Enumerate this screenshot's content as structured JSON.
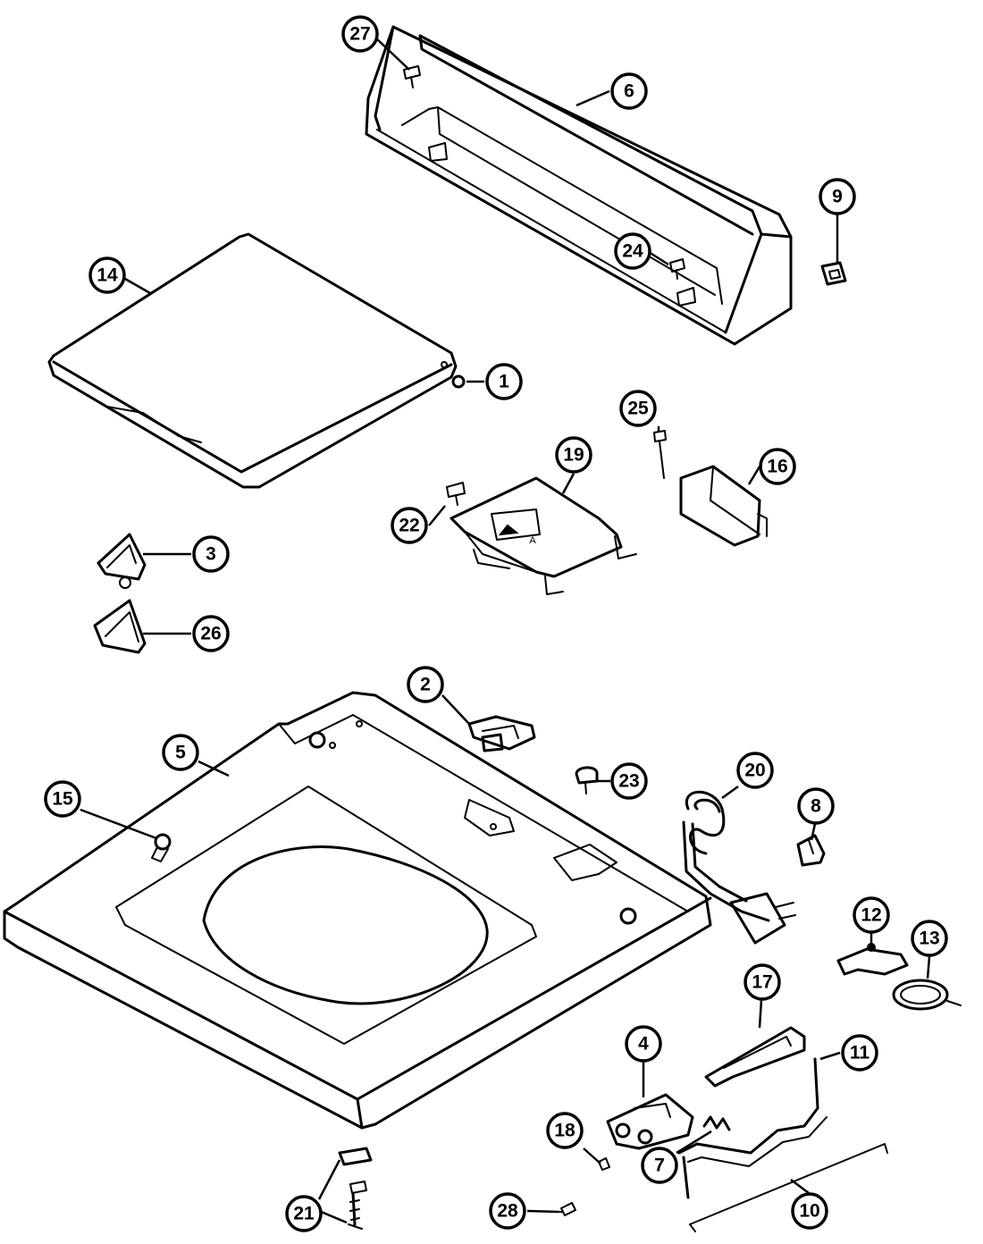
{
  "callouts": [
    {
      "part": "1",
      "label": "1"
    },
    {
      "part": "2",
      "label": "2"
    },
    {
      "part": "3",
      "label": "3"
    },
    {
      "part": "4",
      "label": "4"
    },
    {
      "part": "5",
      "label": "5"
    },
    {
      "part": "6",
      "label": "6"
    },
    {
      "part": "7",
      "label": "7"
    },
    {
      "part": "8",
      "label": "8"
    },
    {
      "part": "9",
      "label": "9"
    },
    {
      "part": "10",
      "label": "10"
    },
    {
      "part": "11",
      "label": "11"
    },
    {
      "part": "12",
      "label": "12"
    },
    {
      "part": "13",
      "label": "13"
    },
    {
      "part": "14",
      "label": "14"
    },
    {
      "part": "15",
      "label": "15"
    },
    {
      "part": "16",
      "label": "16"
    },
    {
      "part": "17",
      "label": "17"
    },
    {
      "part": "18",
      "label": "18"
    },
    {
      "part": "19",
      "label": "19"
    },
    {
      "part": "20",
      "label": "20"
    },
    {
      "part": "21",
      "label": "21"
    },
    {
      "part": "22",
      "label": "22"
    },
    {
      "part": "23",
      "label": "23"
    },
    {
      "part": "24",
      "label": "24"
    },
    {
      "part": "25",
      "label": "25"
    },
    {
      "part": "26",
      "label": "26"
    },
    {
      "part": "27",
      "label": "27"
    },
    {
      "part": "28",
      "label": "28"
    }
  ]
}
